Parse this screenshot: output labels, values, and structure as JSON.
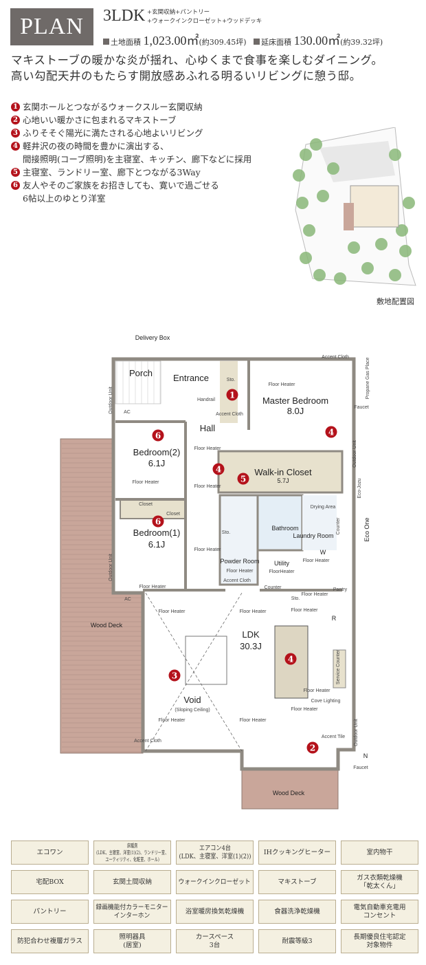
{
  "header": {
    "plan_label": "PLAN",
    "layout": "3LDK",
    "extras_line1": "+玄関収納+パントリー",
    "extras_line2": "+ウォークインクローゼット+ウッドデッキ",
    "land_label": "土地面積",
    "land_value": "1,023.00㎡",
    "land_tsubo": "(約309.45坪)",
    "floor_label": "延床面積",
    "floor_value": "130.00㎡",
    "floor_tsubo": "(約39.32坪)"
  },
  "lead": [
    "マキストーブの暖かな炎が揺れ、心ゆくまで食事を楽しむダイニング。",
    "高い勾配天井のもたらす開放感あふれる明るいリビングに憩う邸。"
  ],
  "points": [
    {
      "num": "1",
      "text": "玄関ホールとつながるウォークスルー玄関収納"
    },
    {
      "num": "2",
      "text": "心地いい暖かさに包まれるマキストーブ"
    },
    {
      "num": "3",
      "text": "ふりそそぐ陽光に満たされる心地よいリビング"
    },
    {
      "num": "4",
      "text": "軽井沢の夜の時間を豊かに演出する、",
      "cont": "間接照明(コーブ照明)を主寝室、キッチン、廊下などに採用"
    },
    {
      "num": "5",
      "text": "主寝室、ランドリー室、廊下とつながる3Way"
    },
    {
      "num": "6",
      "text": "友人やそのご家族をお招きしても、寛いで過ごせる",
      "cont": "6帖以上のゆとり洋室"
    }
  ],
  "site_caption": "敷地配置図",
  "plan": {
    "labels": [
      "Delivery Box",
      "Porch",
      "Entrance",
      "Sto.",
      "Master Bedroom",
      "8.0J",
      "Hall",
      "Bedroom(2)",
      "6.1J",
      "Walk-in Closet",
      "5.7J",
      "Bathroom",
      "Laundry Room",
      "Drying Area",
      "Bedroom(1)",
      "6.1J",
      "Powder Room",
      "Utility",
      "LDK",
      "30.3J",
      "Void",
      "(Sloping Ceiling)",
      "Wood Deck",
      "Wood Deck",
      "Pantry",
      "R",
      "Service Counter",
      "Eco One",
      "Eco-Jozu",
      "Propane Gas Place",
      "Faucet",
      "Faucet",
      "Cove Lighting",
      "Closet",
      "Closet",
      "Counter",
      "Counter",
      "Handrail",
      "Accent Cloth",
      "Accent Cloth",
      "Accent Cloth",
      "Accent Tile",
      "W",
      "Sto.",
      "AC",
      "AC",
      "Floor Heater",
      "Floor Heater",
      "Floor Heater",
      "Floor Heater",
      "Floor Heater",
      "Floor Heater",
      "Floor Heater",
      "Floor Heater",
      "Floor Heater",
      "Floor Heater",
      "Floor Heater",
      "FloorHeater",
      "Floor Heater",
      "Floor Heater",
      "Floor Heater",
      "Floor Heater",
      "Floor Heater",
      "Outdoor Unit",
      "Outdoor Unit",
      "Outdoor Unit",
      "Outdoor Unit",
      "Accent Cloth",
      "Sto.",
      "N"
    ],
    "markers": [
      "1",
      "2",
      "3",
      "4",
      "4",
      "4",
      "5",
      "6",
      "6"
    ]
  },
  "features": [
    "エコワン",
    "床暖房\n(LDK、主寝室、洋室(1)(2)、ランドリー室、\nユーティリティ、化粧室、ホール)",
    "エアコン4台\n(LDK、主寝室、洋室(1)(2))",
    "IHクッキングヒーター",
    "室内物干",
    "宅配BOX",
    "玄関土間収納",
    "ウォークインクローゼット",
    "マキストーブ",
    "ガス衣類乾燥機\n「乾太くん」",
    "パントリー",
    "録画機能付カラーモニター\nインターホン",
    "浴室暖房換気乾燥機",
    "食器洗浄乾燥機",
    "電気自動車充電用\nコンセント",
    "防犯合わせ複層ガラス",
    "照明器具\n(居室)",
    "カースペース\n3台",
    "耐震等級3",
    "長期優良住宅認定\n対象物件"
  ],
  "colors": {
    "accent": "#b4121b",
    "plan_box": "#6f6a68",
    "wall": "#8f8a82",
    "deck": "#c9a69a",
    "cell_bg": "#f4f0e1",
    "heater_line": "#f5c7a5"
  }
}
